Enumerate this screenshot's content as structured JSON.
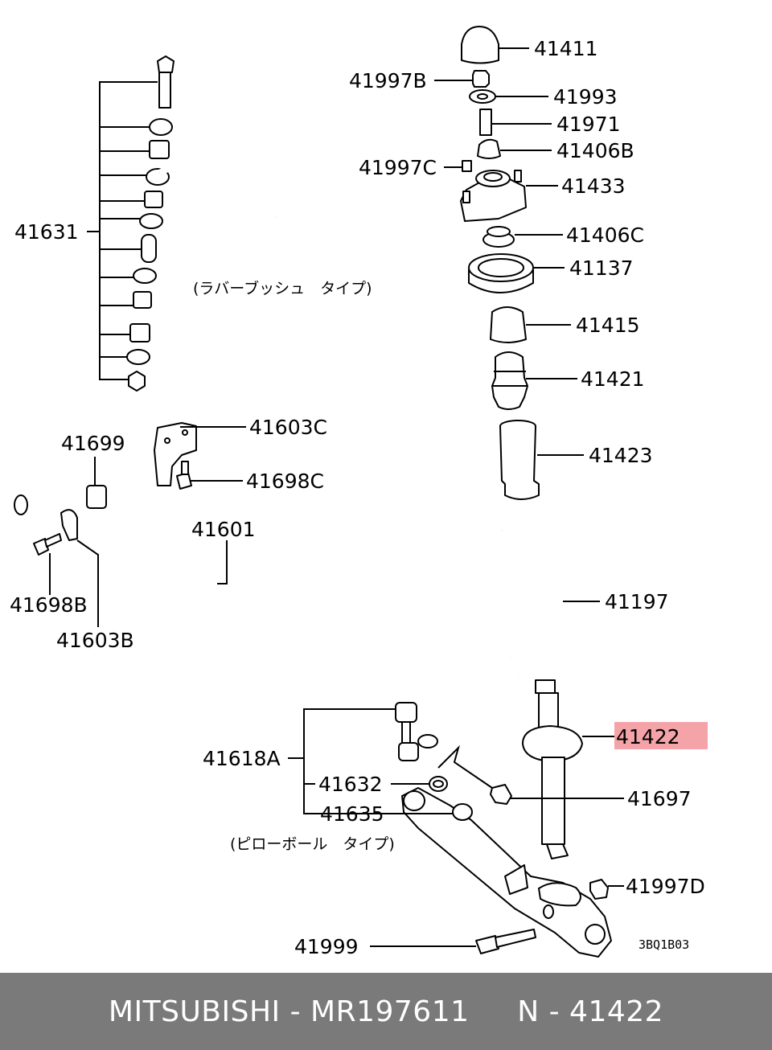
{
  "labels": {
    "p41411": "41411",
    "p41997B": "41997B",
    "p41993": "41993",
    "p41971": "41971",
    "p41406B": "41406B",
    "p41997C": "41997C",
    "p41433": "41433",
    "p41406C": "41406C",
    "p41137": "41137",
    "p41415": "41415",
    "p41421": "41421",
    "p41423": "41423",
    "p41197": "41197",
    "p41422": "41422",
    "p41697": "41697",
    "p41997D": "41997D",
    "p41999": "41999",
    "p41631": "41631",
    "p41699": "41699",
    "p41603C": "41603C",
    "p41698C": "41698C",
    "p41601": "41601",
    "p41698B": "41698B",
    "p41603B": "41603B",
    "p41618A": "41618A",
    "p41632": "41632",
    "p41635": "41635"
  },
  "notes": {
    "rubber_bush_type": "(ラバーブッシュ　タイプ)",
    "pillow_ball_type": "(ピローボール　タイプ)",
    "drawing_code": "3BQ1B03"
  },
  "highlight": {
    "part": "41422",
    "color": "#f4a3a8"
  },
  "footer": {
    "text": "MITSUBISHI - MR197611     N - 41422",
    "background": "#7a7a7a"
  }
}
